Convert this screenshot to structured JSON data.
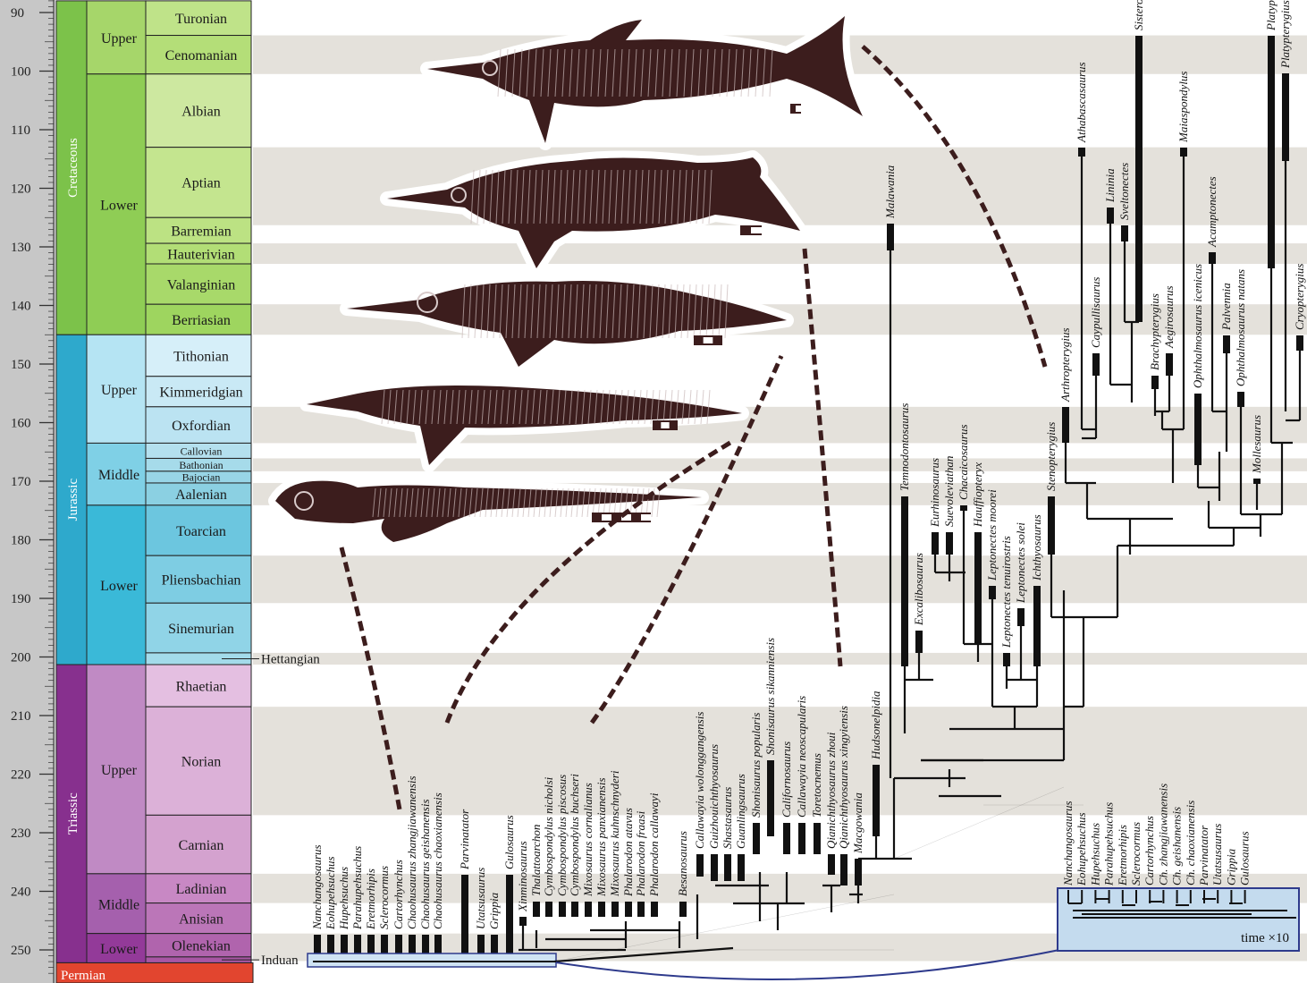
{
  "figure": {
    "time_ticks": [
      "90",
      "100",
      "110",
      "120",
      "130",
      "140",
      "150",
      "160",
      "170",
      "180",
      "190",
      "200",
      "210",
      "220",
      "230",
      "240",
      "250"
    ],
    "periods": [
      {
        "name": "Cretaceous",
        "color": "#7cc24a"
      },
      {
        "name": "Jurassic",
        "color": "#2ea9cc"
      },
      {
        "name": "Triassic",
        "color": "#87308e"
      },
      {
        "name": "Permian",
        "color": "#e2452f"
      }
    ],
    "epochs": [
      {
        "name": "Upper",
        "color": "#a6d66a"
      },
      {
        "name": "Lower",
        "color": "#8fcd55"
      },
      {
        "name": "Upper",
        "color": "#b5e4f3"
      },
      {
        "name": "Middle",
        "color": "#7fd0e6"
      },
      {
        "name": "Lower",
        "color": "#3ab9d8"
      },
      {
        "name": "Upper",
        "color": "#c08ac4"
      },
      {
        "name": "Middle",
        "color": "#a560ad"
      },
      {
        "name": "Lower",
        "color": "#933a99"
      }
    ],
    "stages": [
      {
        "name": "Turonian",
        "color": "#bfe389"
      },
      {
        "name": "Cenomanian",
        "color": "#b4de78"
      },
      {
        "name": "Albian",
        "color": "#cde8a0"
      },
      {
        "name": "Aptian",
        "color": "#c4e58f"
      },
      {
        "name": "Barremian",
        "color": "#bce283"
      },
      {
        "name": "Hauterivian",
        "color": "#b2de76"
      },
      {
        "name": "Valanginian",
        "color": "#a8d96a"
      },
      {
        "name": "Berriasian",
        "color": "#9ed55f"
      },
      {
        "name": "Tithonian",
        "color": "#d6eff9"
      },
      {
        "name": "Kimmeridgian",
        "color": "#c9e9f5"
      },
      {
        "name": "Oxfordian",
        "color": "#bbe3f2"
      },
      {
        "name": "Callovian",
        "color": "#b4e0ee"
      },
      {
        "name": "Bathonian",
        "color": "#a6dbea"
      },
      {
        "name": "Bajocian",
        "color": "#98d5e6"
      },
      {
        "name": "Aalenian",
        "color": "#8bd0e2"
      },
      {
        "name": "Toarcian",
        "color": "#6cc6df"
      },
      {
        "name": "Pliensbachian",
        "color": "#7ecde3"
      },
      {
        "name": "Sinemurian",
        "color": "#90d4e7"
      },
      {
        "name": "Hettangian",
        "color": "#a3dbea"
      },
      {
        "name": "Rhaetian",
        "color": "#e4bfe1"
      },
      {
        "name": "Norian",
        "color": "#dcb1d8"
      },
      {
        "name": "Carnian",
        "color": "#d4a2cf"
      },
      {
        "name": "Ladinian",
        "color": "#c888c4"
      },
      {
        "name": "Anisian",
        "color": "#bb76b8"
      },
      {
        "name": "Olenekian",
        "color": "#b064ad"
      },
      {
        "name": "Induan",
        "color": "#a856a4"
      }
    ],
    "triassic_taxa": [
      "Nanchangosaurus",
      "Eohupehsuchus",
      "Hupehsuchus",
      "Parahupehsuchus",
      "Eretmorhipis",
      "Sclerocormus",
      "Cartorhynchus",
      "Chaohusaurus zhangjiawanensis",
      "Chaohusaurus geishanensis",
      "Chaohusaurus chaoxianensis",
      "Parvinatator",
      "Utatsusaurus",
      "Grippia",
      "Gulosaurus",
      "Xinminosaurus",
      "Thalattoarchon",
      "Cymbospondylus nicholsi",
      "Cymbospondylus piscosus",
      "Cymbospondylus buchseri",
      "Mixosaurus cornalianus",
      "Mixosaurus panxianensis",
      "Mixosaurus kuhnschnyderi",
      "Phalarodon atavus",
      "Phalarodon fraasi",
      "Phalarodon callawayi",
      "Besanosaurus",
      "Callawayia wolonggangensis",
      "Guizhouichthyosaurus",
      "Shastasaurus",
      "Guanlingsaurus",
      "Shonisaurus popularis",
      "Shonisaurus sikanniensis",
      "Californosaurus",
      "Callawayia neoscapularis",
      "Toretocnemus",
      "Qianichthyosaurus zhoui",
      "Qianichthyosaurus xingyiensis",
      "Macgowania",
      "Hudsonelpidia"
    ],
    "post_triassic_taxa": [
      "Malawania",
      "Temnodontosaurus",
      "Excalibosaurus",
      "Eurhinosaurus",
      "Suevoleviathan",
      "Chacaicosaurus",
      "Hauffiopteryx",
      "Leptonectes moorei",
      "Leptonectes tenuirostris",
      "Leptonectes solei",
      "Ichthyosaurus",
      "Stenopterygius",
      "Arthropterygius",
      "Athabascasaurus",
      "Caypullisaurus",
      "Lininia",
      "Sveltonectes",
      "Sisteronia",
      "Brachypterygius",
      "Aegirosaurus",
      "Maiaspondylus",
      "Ophthalmosaurus icenicus",
      "Acamptonectes",
      "Palvennia",
      "Ophthalmosaurus natans",
      "Mollesaurus",
      "Platypterygius americanus",
      "Platypterygius australis",
      "Cryopterygius"
    ],
    "inset_taxa": [
      "Nanchangosaurus",
      "Eohupehsuchus",
      "Hupehsuchus",
      "Parahupehsuchus",
      "Eretmorhipis",
      "Sclerocormus",
      "Cartorhynchus",
      "Ch. zhangjiawanensis",
      "Ch. geishanensis",
      "Ch. chaoxianensis",
      "Parvinatator",
      "Utatsusaurus",
      "Grippia",
      "Gulosaurus"
    ],
    "inset_caption": "time ×10",
    "silhouette_colors": {
      "bone": "#3c1d1d",
      "outline": "#ffffff"
    }
  }
}
